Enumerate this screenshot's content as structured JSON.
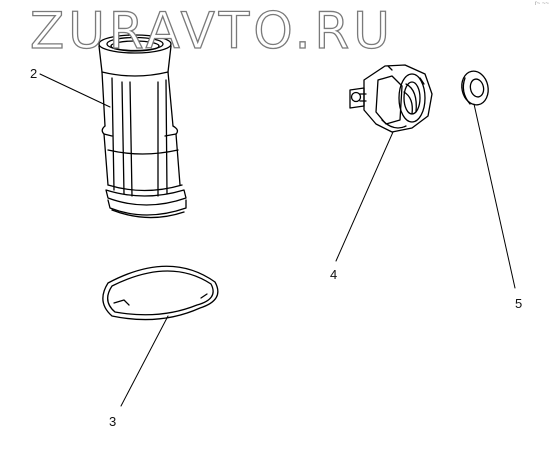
{
  "watermark": {
    "text": "ZURAVTO.RU"
  },
  "corner_note": "r~ ~~",
  "parts": {
    "filter": {
      "label": "2",
      "icon": "mesh-filter-icon"
    },
    "o_ring": {
      "label": "3",
      "icon": "o-ring-icon"
    },
    "sensor": {
      "label": "4",
      "icon": "sensor-plug-icon"
    },
    "washer": {
      "label": "5",
      "icon": "washer-icon"
    }
  },
  "colors": {
    "line": "#000000",
    "watermark_stroke": "#7a7a7a"
  }
}
